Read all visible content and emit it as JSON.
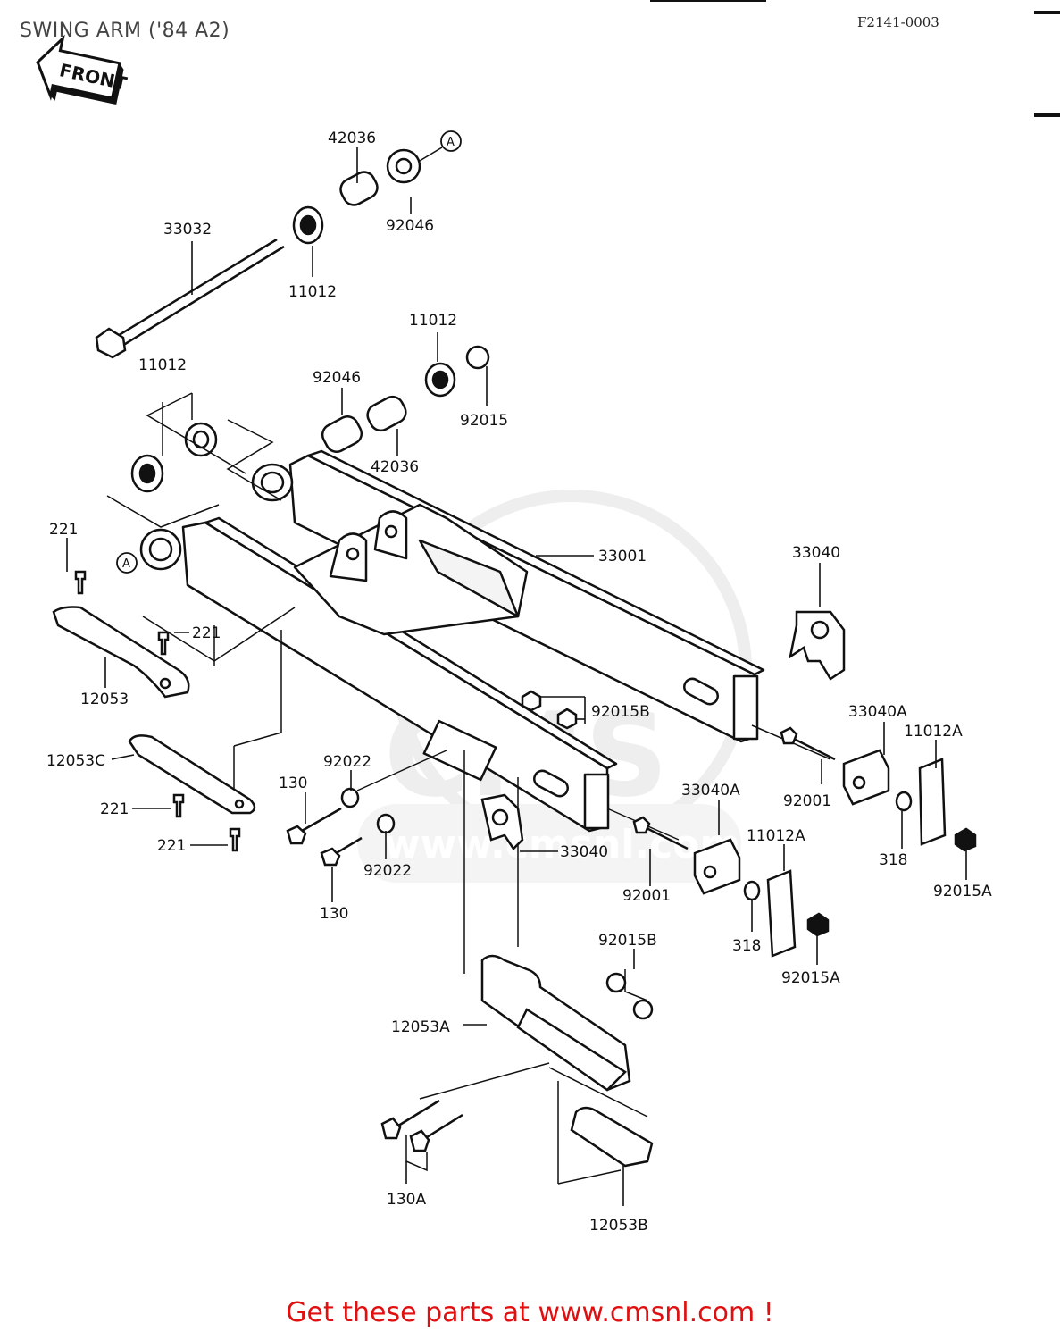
{
  "header": {
    "title": "SWING ARM ('84 A2)",
    "ref_code": "F2141-0003",
    "front_badge": "FRONT"
  },
  "footer": {
    "link_text": "Get these parts at www.cmsnl.com !"
  },
  "watermark": {
    "text": "CMS",
    "subtext": "www.cmsnl.com",
    "color": "#d8d8d8"
  },
  "callouts": {
    "circle_a_top": "A",
    "circle_a_left": "A"
  },
  "parts": {
    "p42036_top": "42036",
    "p92046_top": "92046",
    "p33032": "33032",
    "p11012_top": "11012",
    "p11012_mid": "11012",
    "p11012_left": "11012",
    "p92046_mid": "92046",
    "p92015": "92015",
    "p42036_mid": "42036",
    "p33001": "33001",
    "p33040_right": "33040",
    "p221_a": "221",
    "p221_b": "221",
    "p12053": "12053",
    "p92015B_top": "92015B",
    "p33040A_upper": "33040A",
    "p11012A_upper": "11012A",
    "p12053C": "12053C",
    "p92022_a": "92022",
    "p130_a": "130",
    "p92001_upper": "92001",
    "p221_c": "221",
    "p221_d": "221",
    "p33040_lower": "33040",
    "p92022_b": "92022",
    "p33040A_lower": "33040A",
    "p11012A_lower": "11012A",
    "p318_upper": "318",
    "p92015A_upper": "92015A",
    "p130_b": "130",
    "p92001_lower": "92001",
    "p318_lower": "318",
    "p92015B_lower": "92015B",
    "p92015A_lower": "92015A",
    "p12053A": "12053A",
    "p130A": "130A",
    "p12053B": "12053B"
  }
}
